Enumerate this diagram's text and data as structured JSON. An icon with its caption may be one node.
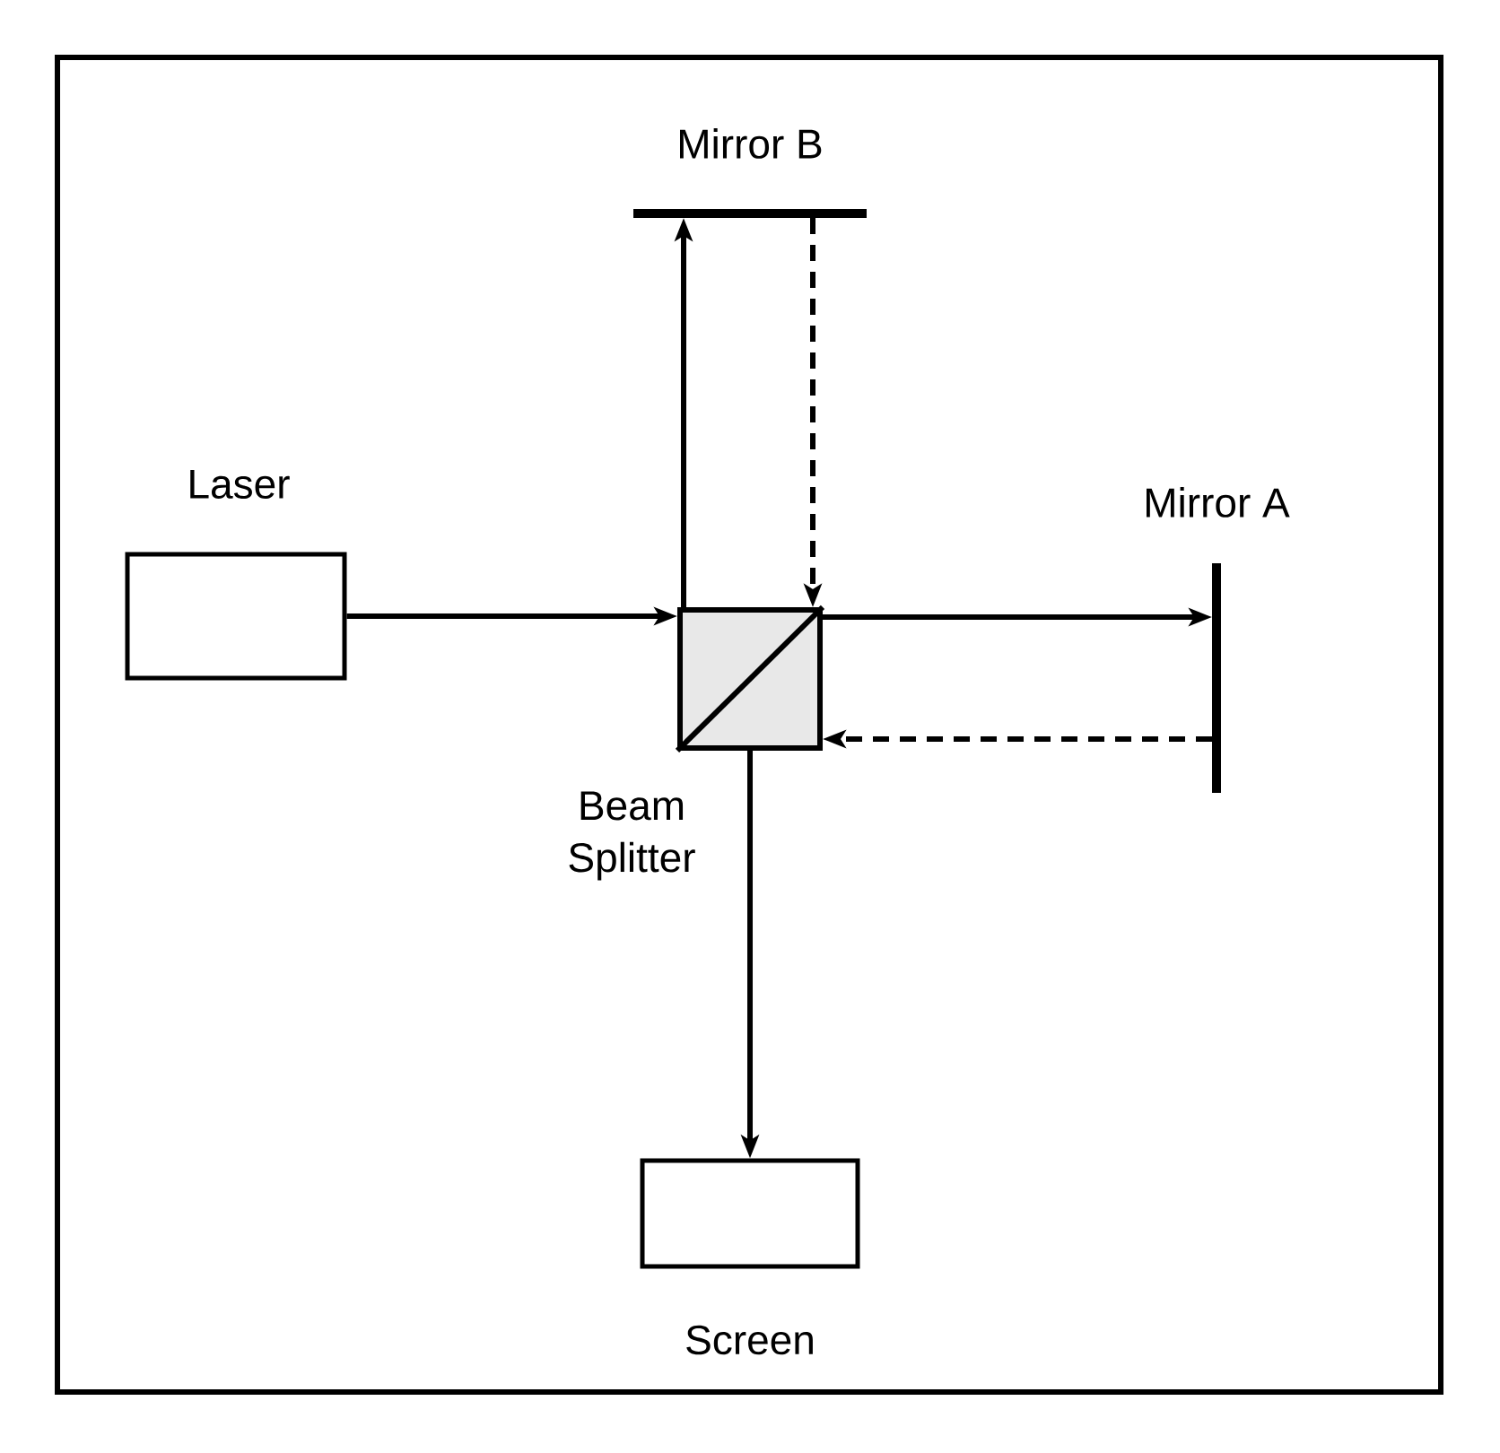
{
  "diagram": {
    "nodes": [
      {
        "text": [
          "Mirror B"
        ]
      },
      {
        "text": [
          "Laser"
        ]
      },
      {
        "text": [
          "Mirror A"
        ]
      },
      {
        "text": [
          "Beam Splitter"
        ]
      },
      {
        "text": [
          "Screen"
        ]
      }
    ],
    "edges": [
      {
        "from": 1,
        "to": 3,
        "arrow": "to"
      },
      {
        "from": 3,
        "to": 0,
        "arrow": "to"
      },
      {
        "from": 0,
        "to": 3,
        "arrow": "to",
        "style": "dashed"
      },
      {
        "from": 3,
        "to": 2,
        "arrow": "to"
      },
      {
        "from": 2,
        "to": 3,
        "arrow": "to",
        "style": "dashed"
      },
      {
        "from": 3,
        "to": 4,
        "arrow": "to"
      }
    ]
  }
}
